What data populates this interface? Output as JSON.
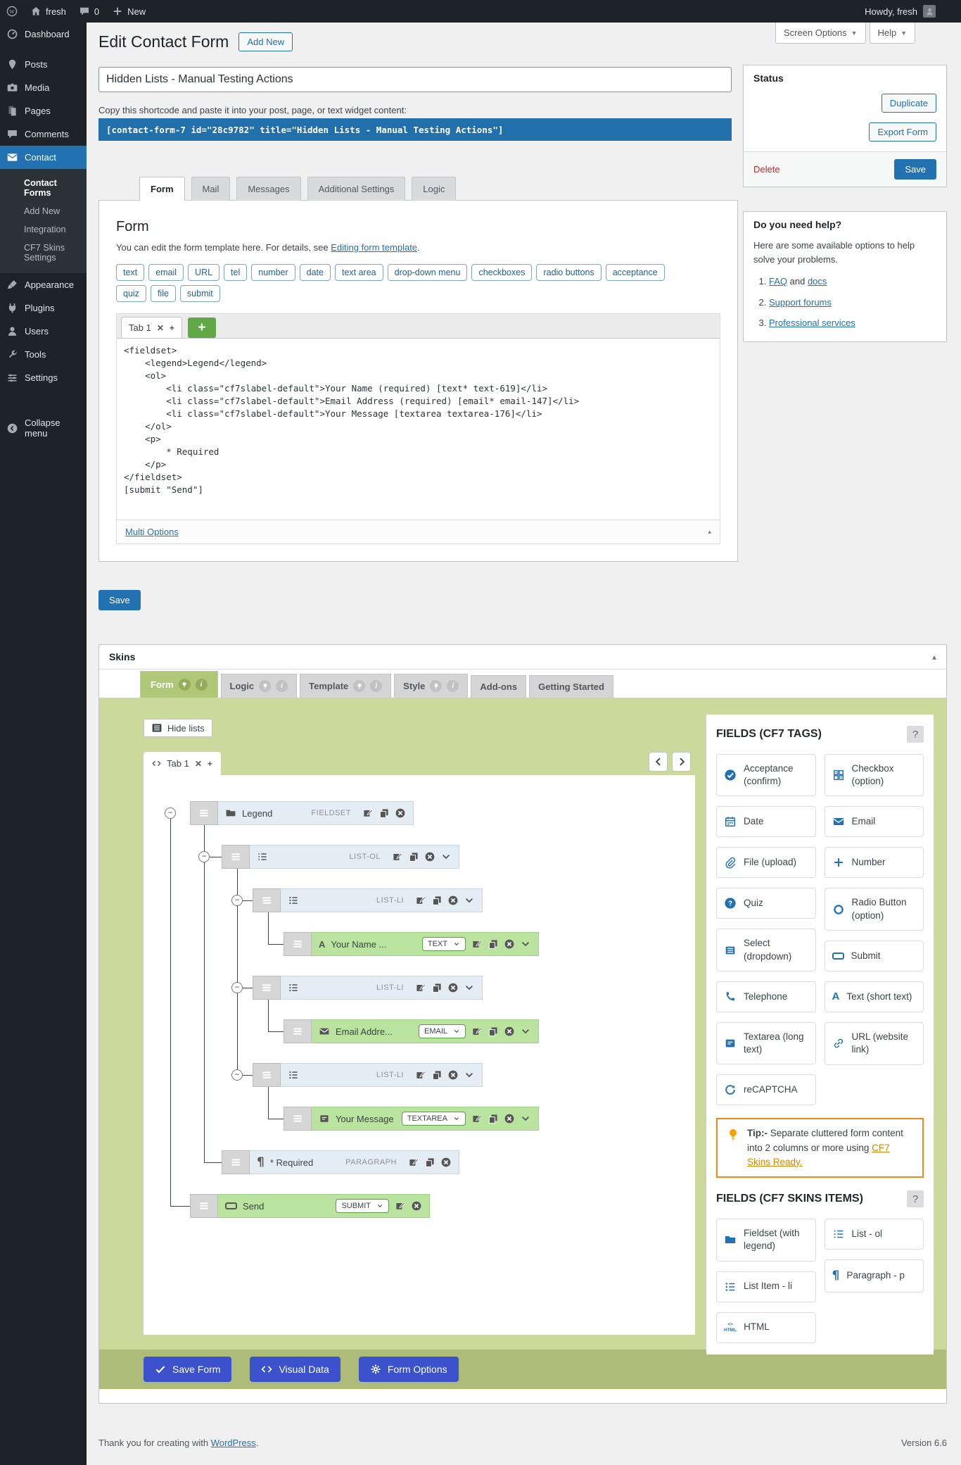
{
  "colors": {
    "accent_blue": "#2271b1",
    "shortcode_blue": "#2270ab",
    "skins_green": "#cbda9c",
    "row_green": "#b9e39e",
    "row_blue": "#e3edf3",
    "strip_olive": "#aebc7a",
    "action_indigo": "#3b52cc",
    "tip_orange": "#f08815",
    "delete_red": "#b32d2e",
    "editor_plus_green": "#61a946"
  },
  "admin_bar": {
    "site": "fresh",
    "comment_count": "0",
    "new_label": "New",
    "howdy": "Howdy, fresh"
  },
  "sidebar": {
    "items": [
      "Dashboard",
      "Posts",
      "Media",
      "Pages",
      "Comments",
      "Contact",
      "Appearance",
      "Plugins",
      "Users",
      "Tools",
      "Settings"
    ],
    "submenu": [
      "Contact Forms",
      "Add New",
      "Integration",
      "CF7 Skins Settings"
    ],
    "collapse": "Collapse menu",
    "icons": [
      "dashboard-icon",
      "posts-icon",
      "media-icon",
      "pages-icon",
      "comments-icon",
      "mail-icon",
      "appearance-icon",
      "plugins-icon",
      "users-icon",
      "tools-icon",
      "settings-icon",
      "collapse-icon"
    ]
  },
  "page": {
    "heading": "Edit Contact Form",
    "add_new": "Add New",
    "screen_options": "Screen Options",
    "help": "Help"
  },
  "form": {
    "title_value": "Hidden Lists - Manual Testing Actions",
    "shortcode_label": "Copy this shortcode and paste it into your post, page, or text widget content:",
    "shortcode": "[contact-form-7 id=\"28c9782\" title=\"Hidden Lists - Manual Testing Actions\"]",
    "save": "Save"
  },
  "form_panel": {
    "tabs": [
      "Form",
      "Mail",
      "Messages",
      "Additional Settings",
      "Logic"
    ],
    "active_tab": "Form",
    "heading": "Form",
    "desc_pre": "You can edit the form template here. For details, see ",
    "desc_link": "Editing form template",
    "desc_post": ".",
    "tag_buttons": [
      "text",
      "email",
      "URL",
      "tel",
      "number",
      "date",
      "text area",
      "drop-down menu",
      "checkboxes",
      "radio buttons",
      "acceptance",
      "quiz",
      "file",
      "submit"
    ],
    "editor_tab": "Tab 1",
    "close_glyph": "✕",
    "add_glyph": "+",
    "template": "<fieldset>\n    <legend>Legend</legend>\n    <ol>\n        <li class=\"cf7slabel-default\">Your Name (required) [text* text-619]</li>\n        <li class=\"cf7slabel-default\">Email Address (required) [email* email-147]</li>\n        <li class=\"cf7slabel-default\">Your Message [textarea textarea-176]</li>\n    </ol>\n    <p>\n        * Required\n    </p>\n</fieldset>\n[submit \"Send\"]",
    "multi_options": "Multi Options",
    "collapse_glyph": "▴"
  },
  "status_box": {
    "title": "Status",
    "duplicate": "Duplicate",
    "export": "Export Form",
    "delete": "Delete",
    "save": "Save"
  },
  "help_box": {
    "title": "Do you need help?",
    "intro": "Here are some available options to help solve your problems.",
    "item1_a": "FAQ",
    "item1_mid": " and ",
    "item1_b": "docs",
    "item2": "Support forums",
    "item3": "Professional services"
  },
  "skins": {
    "title": "Skins",
    "collapse_glyph": "▴",
    "tabs": [
      "Form",
      "Logic",
      "Template",
      "Style",
      "Add-ons",
      "Getting Started"
    ],
    "active_tab": "Form",
    "hide_lists": "Hide lists",
    "editor_tab": "Tab 1",
    "close_glyph": "✕",
    "add_glyph": "+",
    "tree": {
      "fieldset": {
        "label": "Legend",
        "tag": "FIELDSET"
      },
      "list_ol": {
        "tag": "LIST-OL"
      },
      "list_li": {
        "tag": "LIST-LI"
      },
      "field1": {
        "label": "Your Name ...",
        "type": "TEXT"
      },
      "field2": {
        "label": "Email Addre...",
        "type": "EMAIL"
      },
      "field3": {
        "label": "Your Message",
        "type": "TEXTAREA"
      },
      "paragraph": {
        "label": "* Required",
        "tag": "PARAGRAPH"
      },
      "submit": {
        "label": "Send",
        "type": "SUBMIT"
      }
    },
    "fields_cf7": {
      "title": "FIELDS (CF7 TAGS)",
      "help": "?",
      "left": [
        {
          "icon": "acceptance-icon",
          "label": "Acceptance (confirm)"
        },
        {
          "icon": "date-icon",
          "label": "Date"
        },
        {
          "icon": "file-upload-icon",
          "label": "File (upload)"
        },
        {
          "icon": "quiz-icon",
          "label": "Quiz"
        },
        {
          "icon": "select-icon",
          "label": "Select (dropdown)"
        },
        {
          "icon": "telephone-icon",
          "label": "Telephone"
        },
        {
          "icon": "textarea-icon",
          "label": "Textarea (long text)"
        },
        {
          "icon": "recaptcha-icon",
          "label": "reCAPTCHA"
        }
      ],
      "right": [
        {
          "icon": "checkbox-icon",
          "label": "Checkbox (option)"
        },
        {
          "icon": "email-icon",
          "label": "Email"
        },
        {
          "icon": "number-icon",
          "label": "Number"
        },
        {
          "icon": "radio-icon",
          "label": "Radio Button (option)"
        },
        {
          "icon": "submit-icon",
          "label": "Submit"
        },
        {
          "icon": "text-icon",
          "label": "Text (short text)"
        },
        {
          "icon": "url-icon",
          "label": "URL (website link)"
        }
      ]
    },
    "tip": {
      "bold": "Tip:-",
      "text": " Separate cluttered form content into 2 columns or more using ",
      "link": "CF7 Skins Ready."
    },
    "fields_skins": {
      "title": "FIELDS (CF7 SKINS ITEMS)",
      "help": "?",
      "left": [
        {
          "icon": "fieldset-icon",
          "label": "Fieldset (with legend)"
        },
        {
          "icon": "list-item-icon",
          "label": "List Item - li"
        },
        {
          "icon": "html-icon",
          "label": "HTML"
        }
      ],
      "right": [
        {
          "icon": "list-ol-icon",
          "label": "List - ol"
        },
        {
          "icon": "paragraph-icon",
          "label": "Paragraph - p"
        }
      ]
    },
    "bottom": {
      "save_form": "Save Form",
      "visual_data": "Visual Data",
      "form_options": "Form Options"
    }
  },
  "footer": {
    "thanks_pre": "Thank you for creating with ",
    "thanks_link": "WordPress",
    "thanks_post": ".",
    "version": "Version 6.6"
  }
}
